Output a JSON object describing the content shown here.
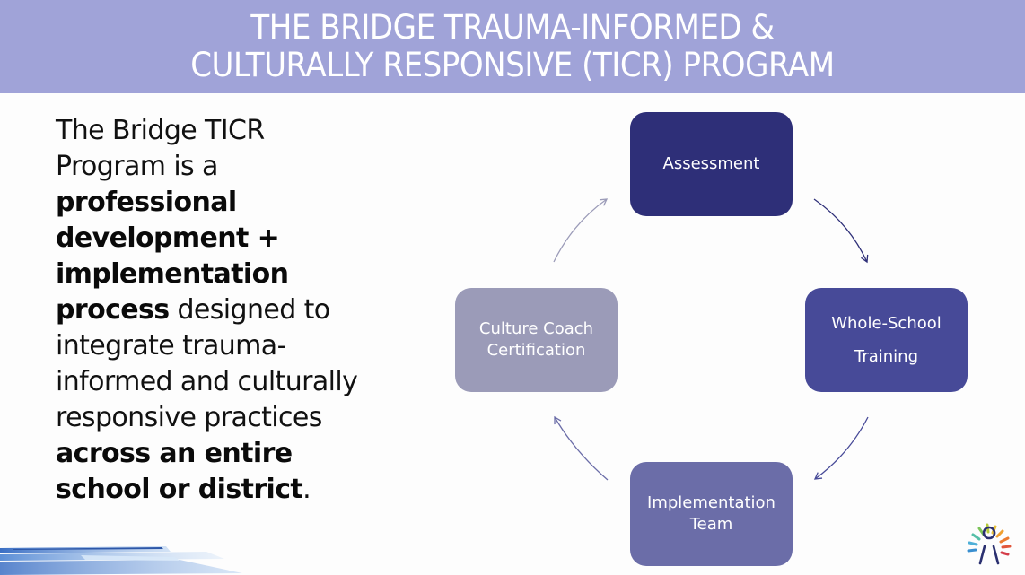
{
  "header": {
    "title_line_1": "THE BRIDGE TRAUMA-INFORMED &",
    "title_line_2": "CULTURALLY RESPONSIVE (TICR) PROGRAM",
    "background_color": "#A0A3D8"
  },
  "description": {
    "segments": [
      {
        "text": "The Bridge TICR Program is a ",
        "bold": false
      },
      {
        "text": "professional development + implementation process",
        "bold": true
      },
      {
        "text": " designed to integrate trauma-informed and culturally responsive practices ",
        "bold": false
      },
      {
        "text": "across an entire school or district",
        "bold": true
      },
      {
        "text": ".",
        "bold": false
      }
    ]
  },
  "cycle": {
    "steps": [
      {
        "id": "assessment",
        "label": "Assessment",
        "color": "#2E2F78"
      },
      {
        "id": "training",
        "label": "Whole-School Training",
        "color": "#474A98"
      },
      {
        "id": "team",
        "label": "Implementation Team",
        "color": "#6B6DA8"
      },
      {
        "id": "coach",
        "label": "Culture Coach Certification",
        "color": "#9B9BB8"
      }
    ],
    "arrows": [
      {
        "from": "assessment",
        "to": "training",
        "color": "#2E2F78"
      },
      {
        "from": "training",
        "to": "team",
        "color": "#474A98"
      },
      {
        "from": "team",
        "to": "coach",
        "color": "#6B6DA8"
      },
      {
        "from": "coach",
        "to": "assessment",
        "color": "#9B9BB8"
      }
    ]
  },
  "decorations": {
    "logo_icon": "bridge-keyhole-sunburst-icon",
    "streaks_icon": "blue-streaks-decoration"
  }
}
